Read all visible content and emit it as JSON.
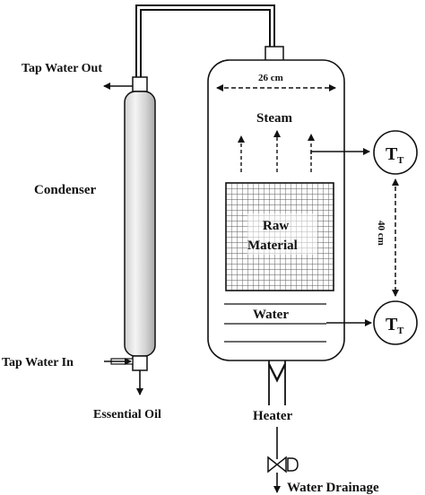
{
  "labels": {
    "tap_water_out": "Tap Water Out",
    "condenser": "Condenser",
    "tap_water_in": "Tap Water In",
    "essential_oil": "Essential Oil",
    "width_dim": "26 cm",
    "steam": "Steam",
    "raw_material_line1": "Raw",
    "raw_material_line2": "Material",
    "water": "Water",
    "heater": "Heater",
    "water_drainage": "Water Drainage",
    "height_dim": "40 cm",
    "sensor_main": "T",
    "sensor_sub": "T"
  },
  "colors": {
    "stroke": "#111111",
    "condenser_fill_light": "#f2f2f2",
    "condenser_fill_dark": "#b9b9b9",
    "mesh_line": "#666666"
  }
}
